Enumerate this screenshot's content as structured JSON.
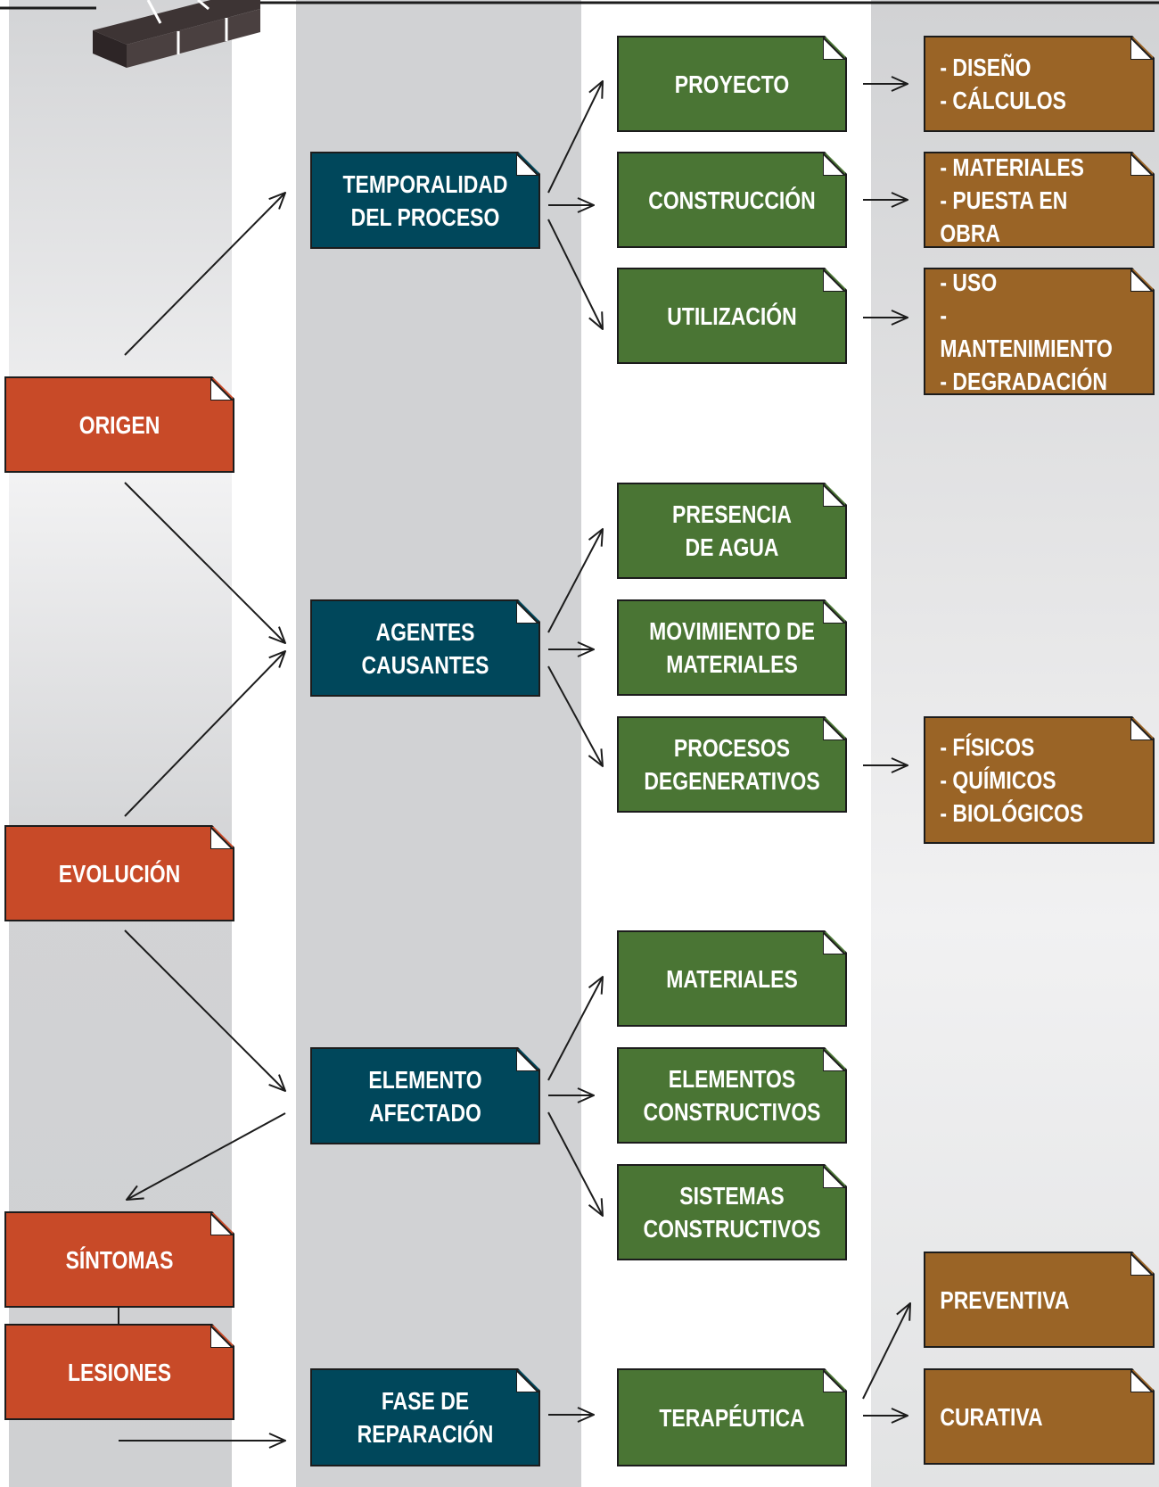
{
  "colors": {
    "red": "#c84a28",
    "blue": "#00475b",
    "green": "#4a7534",
    "brown": "#9a6426",
    "band": "#d1d2d4",
    "line": "#1c1c1c"
  },
  "decoration": "brick-wall-icon",
  "nodes": {
    "origen": "ORIGEN",
    "evolucion": "EVOLUCIÓN",
    "sintomas": "SÍNTOMAS",
    "lesiones": "LESIONES",
    "temporalidad": "TEMPORALIDAD\nDEL PROCESO",
    "agentes": "AGENTES\nCAUSANTES",
    "elemento": "ELEMENTO\nAFECTADO",
    "fase": "FASE DE\nREPARACIÓN",
    "proyecto": "PROYECTO",
    "construccion": "CONSTRUCCIÓN",
    "utilizacion": "UTILIZACIÓN",
    "presencia": "PRESENCIA\nDE AGUA",
    "movimiento": "MOVIMIENTO DE\nMATERIALES",
    "procesos": "PROCESOS\nDEGENERATIVOS",
    "materiales": "MATERIALES",
    "elementos": "ELEMENTOS\nCONSTRUCTIVOS",
    "sistemas": "SISTEMAS\nCONSTRUCTIVOS",
    "terapeutica": "TERAPÉUTICA",
    "diseno": "- DISEÑO\n- CÁLCULOS",
    "materiales_obra": "- MATERIALES\n- PUESTA EN OBRA",
    "uso": "- USO\n- MANTENIMIENTO\n- DEGRADACIÓN",
    "fisicos": "- FÍSICOS\n- QUÍMICOS\n- BIOLÓGICOS",
    "preventiva": "PREVENTIVA",
    "curativa": "CURATIVA"
  }
}
